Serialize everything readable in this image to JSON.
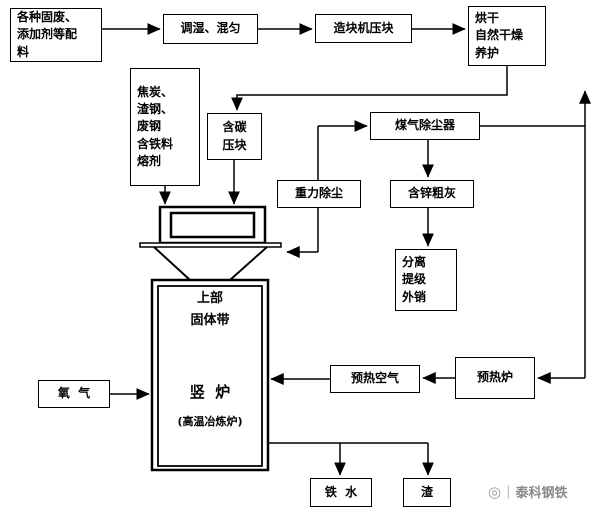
{
  "boxes": {
    "ingredients": "各种固废、\n添加剂等配\n料",
    "mixing": "调湿、混匀",
    "briquetting": "造块机压块",
    "drying": "烘干\n自然干燥\n养护",
    "coke": "焦炭、\n渣钢、\n废钢\n含铁料\n熔剂",
    "carbon_briquette": "含碳\n压块",
    "gas_dust_collector": "煤气除尘器",
    "gravity_dust": "重力除尘",
    "zinc_ash": "含锌粗灰",
    "separation": "分离\n提级\n外销",
    "oxygen": "氧  气",
    "preheated_air": "预热空气",
    "preheater": "预热炉",
    "molten_iron": "铁  水",
    "slag": "渣"
  },
  "furnace": {
    "upper_label": "上部",
    "solid_zone_label": "固体带",
    "name": "竖  炉",
    "subtitle": "(高温冶炼炉)"
  },
  "watermark": {
    "logo": "◎",
    "divider": "|",
    "text": "泰科钢铁"
  },
  "colors": {
    "line": "#000000",
    "background": "#ffffff",
    "watermark": "#8a8a8a"
  }
}
